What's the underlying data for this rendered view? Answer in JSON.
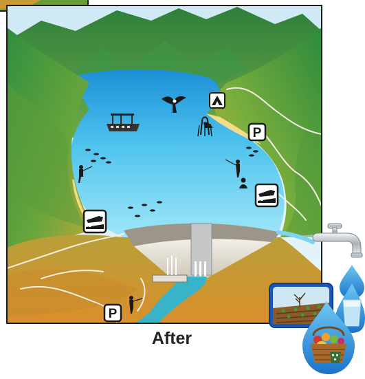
{
  "caption": "After",
  "signs": {
    "parking_top": "P",
    "parking_bottom": "P"
  },
  "icons": [
    "camping-icon",
    "boat-launch-icon",
    "parking-icon",
    "tour-boat-icon",
    "bird-icon",
    "fisherman-icon",
    "fish-icon",
    "faucet-icon",
    "water-drop-icon",
    "water-glass-icon",
    "produce-basket-icon",
    "farmland-icon"
  ],
  "colors": {
    "water": "#2aa7e0",
    "mountain": "#2f8a3a",
    "dam": "#e8e4da",
    "frame": "#1a1a1a"
  }
}
